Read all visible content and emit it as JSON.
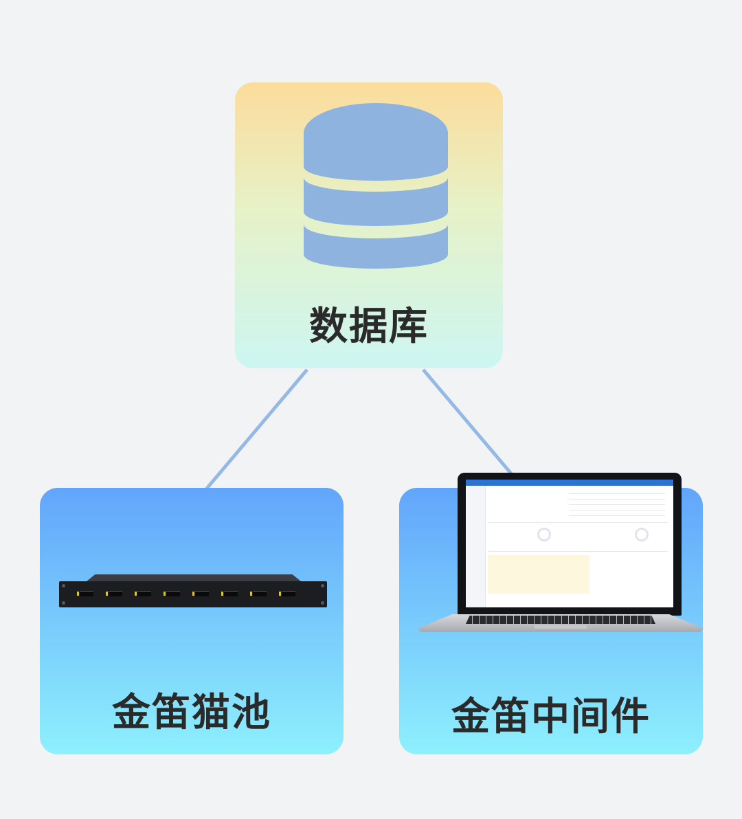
{
  "nodes": {
    "database": {
      "label": "数据库",
      "icon": "database-icon",
      "color": "#8fb3df"
    },
    "cat_pool": {
      "label": "金笛猫池",
      "icon": "rack-device-icon"
    },
    "middleware": {
      "label": "金笛中间件",
      "icon": "laptop-icon"
    }
  },
  "edges": [
    {
      "from": "database",
      "to": "cat_pool"
    },
    {
      "from": "database",
      "to": "middleware"
    }
  ],
  "colors": {
    "connector": "#93b9e4",
    "database_card_top": "#fcdc9c",
    "database_card_bottom": "#cdf6f2",
    "device_card_top": "#62a5fb",
    "device_card_bottom": "#8ef0fd"
  }
}
